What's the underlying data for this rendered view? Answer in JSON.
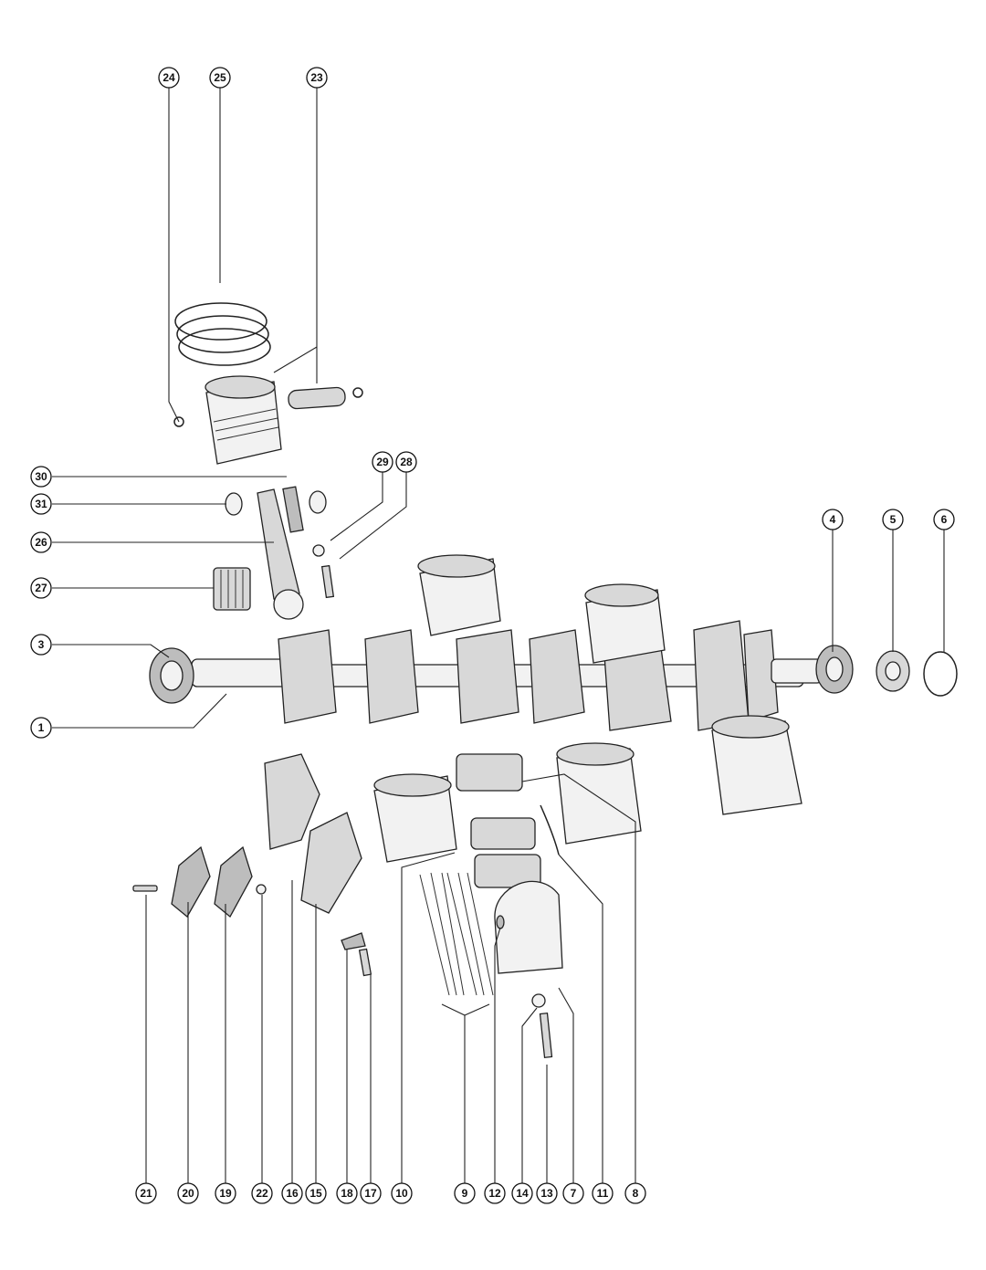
{
  "callouts": [
    {
      "id": "c24",
      "label": "24"
    },
    {
      "id": "c25",
      "label": "25"
    },
    {
      "id": "c23",
      "label": "23"
    },
    {
      "id": "c30",
      "label": "30"
    },
    {
      "id": "c31",
      "label": "31"
    },
    {
      "id": "c29",
      "label": "29"
    },
    {
      "id": "c28",
      "label": "28"
    },
    {
      "id": "c26",
      "label": "26"
    },
    {
      "id": "c27",
      "label": "27"
    },
    {
      "id": "c3",
      "label": "3"
    },
    {
      "id": "c1",
      "label": "1"
    },
    {
      "id": "c4",
      "label": "4"
    },
    {
      "id": "c5",
      "label": "5"
    },
    {
      "id": "c6",
      "label": "6"
    },
    {
      "id": "c21",
      "label": "21"
    },
    {
      "id": "c20",
      "label": "20"
    },
    {
      "id": "c19",
      "label": "19"
    },
    {
      "id": "c22",
      "label": "22"
    },
    {
      "id": "c16",
      "label": "16"
    },
    {
      "id": "c15",
      "label": "15"
    },
    {
      "id": "c18",
      "label": "18"
    },
    {
      "id": "c17",
      "label": "17"
    },
    {
      "id": "c10",
      "label": "10"
    },
    {
      "id": "c9",
      "label": "9"
    },
    {
      "id": "c12",
      "label": "12"
    },
    {
      "id": "c14",
      "label": "14"
    },
    {
      "id": "c13",
      "label": "13"
    },
    {
      "id": "c7",
      "label": "7"
    },
    {
      "id": "c11",
      "label": "11"
    },
    {
      "id": "c8",
      "label": "8"
    }
  ]
}
